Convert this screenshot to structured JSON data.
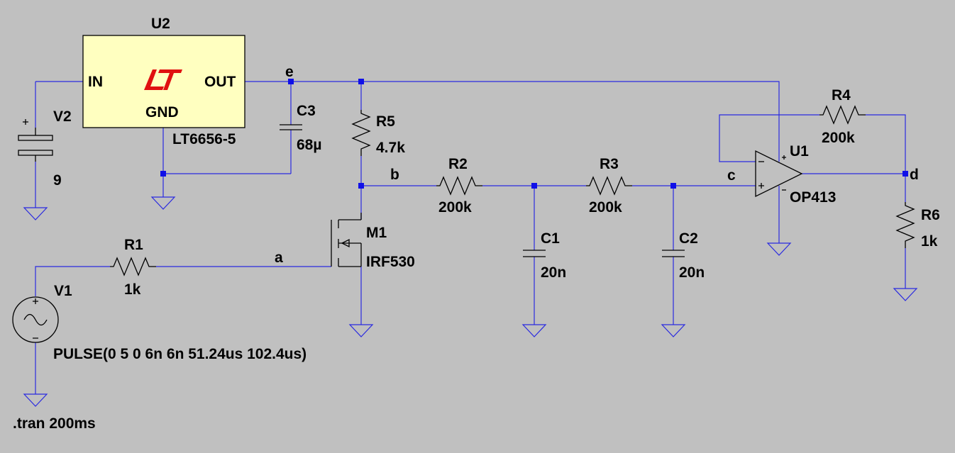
{
  "colors": {
    "background": "#c0c0c0",
    "wire": "#2a2ae0",
    "component": "#000000",
    "junction": "#1010e8",
    "regulator_body": "#ffffc0",
    "logo": "#e01010"
  },
  "regulator": {
    "ref": "U2",
    "part": "LT6656-5",
    "pin_in": "IN",
    "pin_out": "OUT",
    "pin_gnd": "GND",
    "logo_icon": "lt-logo-icon"
  },
  "sources": {
    "v2": {
      "ref": "V2",
      "value": "9"
    },
    "v1": {
      "ref": "V1",
      "value": "PULSE(0 5 0 6n 6n 51.24us 102.4us)"
    }
  },
  "resistors": {
    "r1": {
      "ref": "R1",
      "value": "1k"
    },
    "r2": {
      "ref": "R2",
      "value": "200k"
    },
    "r3": {
      "ref": "R3",
      "value": "200k"
    },
    "r4": {
      "ref": "R4",
      "value": "200k"
    },
    "r5": {
      "ref": "R5",
      "value": "4.7k"
    },
    "r6": {
      "ref": "R6",
      "value": "1k"
    }
  },
  "capacitors": {
    "c1": {
      "ref": "C1",
      "value": "20n"
    },
    "c2": {
      "ref": "C2",
      "value": "20n"
    },
    "c3": {
      "ref": "C3",
      "value": "68µ"
    }
  },
  "mosfet": {
    "ref": "M1",
    "part": "IRF530"
  },
  "opamp": {
    "ref": "U1",
    "part": "OP413"
  },
  "nets": {
    "a": "a",
    "b": "b",
    "c": "c",
    "d": "d",
    "e": "e"
  },
  "directive": ".tran 200ms"
}
